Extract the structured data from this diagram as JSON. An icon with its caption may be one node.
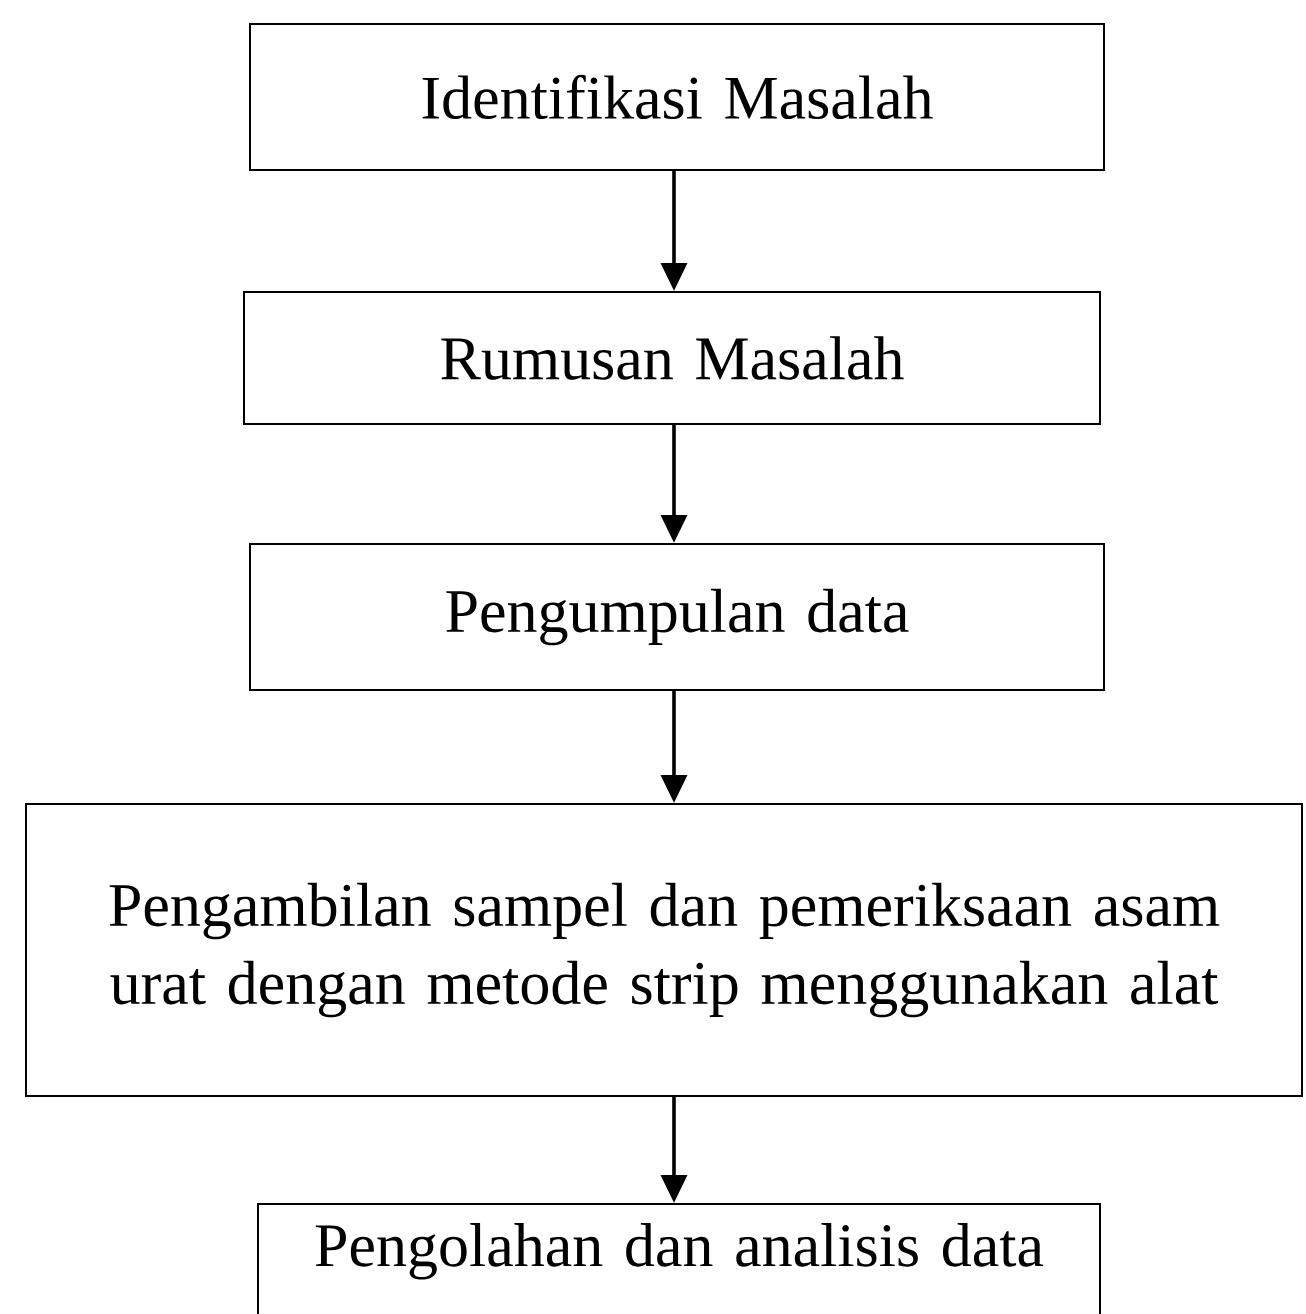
{
  "diagram": {
    "nodes": [
      {
        "text": [
          "Identifikasi Masalah"
        ]
      },
      {
        "text": [
          "Rumusan Masalah"
        ]
      },
      {
        "text": [
          "Pengumpulan data"
        ]
      },
      {
        "text": [
          "Pengambilan sampel dan pemeriksaan asam urat dengan metode strip menggunakan alat"
        ]
      },
      {
        "text": [
          "Pengolahan dan analisis data"
        ]
      }
    ],
    "edges": [
      {
        "from": 0,
        "to": 1,
        "arrow": "to"
      },
      {
        "from": 1,
        "to": 2,
        "arrow": "to"
      },
      {
        "from": 2,
        "to": 3,
        "arrow": "to"
      },
      {
        "from": 3,
        "to": 4,
        "arrow": "to"
      }
    ]
  }
}
